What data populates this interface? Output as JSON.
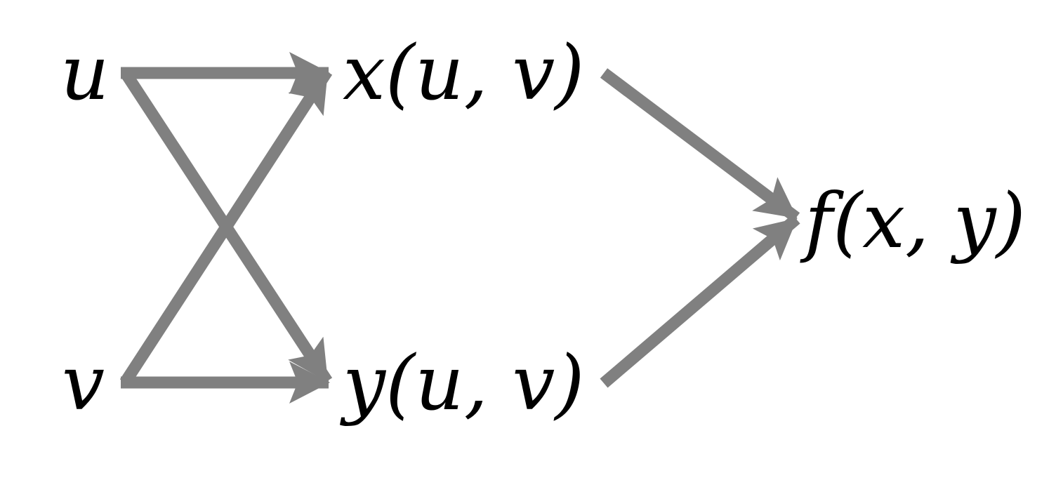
{
  "diagram": {
    "nodes": {
      "u": {
        "label": "u"
      },
      "v": {
        "label": "v"
      },
      "x": {
        "label": "x(u, v)"
      },
      "y": {
        "label": "y(u, v)"
      },
      "f": {
        "label": "f(x, y)"
      }
    },
    "edges": [
      {
        "from": "u",
        "to": "x"
      },
      {
        "from": "u",
        "to": "y"
      },
      {
        "from": "v",
        "to": "x"
      },
      {
        "from": "v",
        "to": "y"
      },
      {
        "from": "x",
        "to": "f"
      },
      {
        "from": "y",
        "to": "f"
      }
    ],
    "colors": {
      "arrow": "#808080",
      "text": "#000000",
      "background": "#ffffff"
    }
  }
}
